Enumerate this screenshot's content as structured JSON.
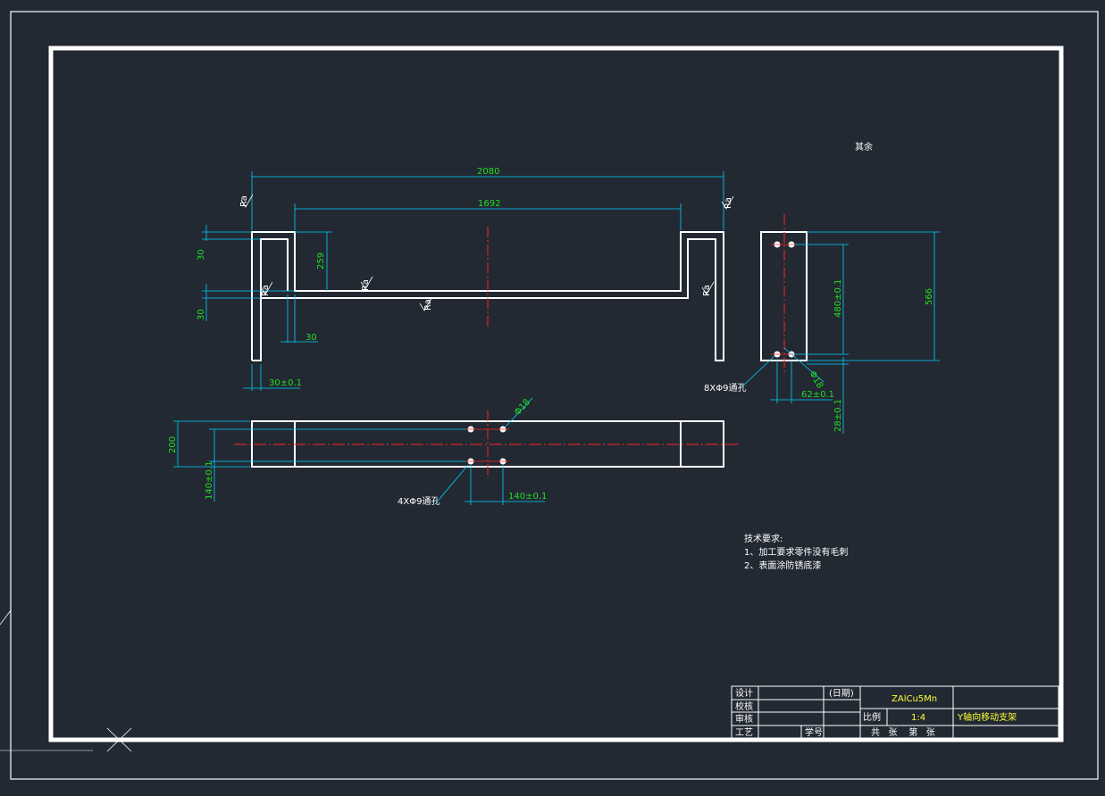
{
  "colors": {
    "background": "#222933",
    "outline": "#ffffff",
    "dimension": "#22dd22",
    "extension": "#00d0ff",
    "centerline": "#ff2222",
    "titleblock_yellow": "#ffff33"
  },
  "drawing": {
    "surface_note": "其余",
    "dimensions": {
      "overall_length": "2080",
      "inner_length": "1692",
      "top_height_left": "30",
      "leg_height": "259",
      "bottom_height_left": "30",
      "flange_width": "30",
      "leg_width": "30±0.1",
      "side_spacing": "480±0.1",
      "side_height": "566",
      "side_hole_dia": "Φ18",
      "side_hole_offset": "62±0.1",
      "side_bottom_offset": "28±0.1",
      "plan_width": "200",
      "plan_hole_offset": "140±0.1",
      "plan_hole_spacing": "140±0.1",
      "plan_hole_dia": "Φ18"
    },
    "callouts": {
      "side_holes": "8XΦ9通孔",
      "plan_holes": "4XΦ9通孔"
    },
    "roughness_marks": {
      "mark_1": "Ra",
      "mark_2": "Ra",
      "mark_3": "Ra",
      "mark_4": "Ra",
      "mark_5": "Ra",
      "mark_6": "Ra"
    }
  },
  "notes": {
    "heading": "技术要求:",
    "line1": "1、加工要求零件没有毛刺",
    "line2": "2、表面涂防锈底漆"
  },
  "title_block": {
    "row_design": "设计",
    "row_check": "校核",
    "row_review": "审核",
    "row_craft": "工艺",
    "date_label": "(日期)",
    "batch_label": "学号",
    "material": "ZAlCu5Mn",
    "scale_label": "比例",
    "scale_value": "1:4",
    "sheets_label": "共   张    第   张",
    "drawing_title": "Y轴向移动支架"
  }
}
